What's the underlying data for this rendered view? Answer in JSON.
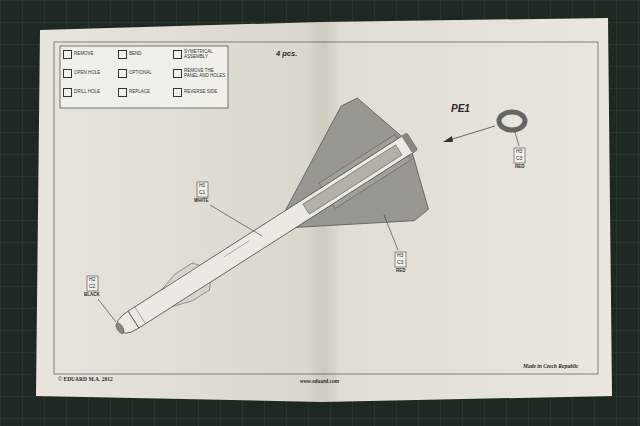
{
  "diagram": {
    "labels": [
      "4 pcs.",
      "PE1",
      "H1",
      "C1",
      "WHITE",
      "H2",
      "C2",
      "BLACK",
      "H3",
      "C3",
      "RED",
      "H3",
      "C3",
      "RED",
      "© EDUARD M.A. 2012",
      "www.eduard.com",
      "Made in Czech Republic"
    ],
    "legend": [
      {
        "text": "REMOVE"
      },
      {
        "text": "BEND"
      },
      {
        "text": "SYMETRICAL ASSEMBLY"
      },
      {
        "text": "OPEN HOLE"
      },
      {
        "text": "OPTIONAL"
      },
      {
        "text": "REMOVE THE PANEL AND HOLES"
      },
      {
        "text": "DRILL HOLE"
      },
      {
        "text": "REPLACE"
      },
      {
        "text": "REVERSE SIDE"
      }
    ]
  }
}
